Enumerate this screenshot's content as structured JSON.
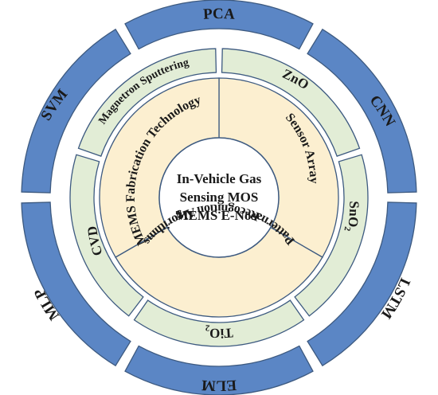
{
  "center": {
    "lines": [
      "In-Vehicle Gas",
      "Sensing MOS",
      "MEMS E-Nose"
    ]
  },
  "inner_ring": {
    "segments": [
      {
        "label": "Sensor Array"
      },
      {
        "label": "Pattern Recognition Algorithms"
      },
      {
        "label": "MEMS Fabrication Technology"
      }
    ]
  },
  "middle_ring": {
    "segments": [
      {
        "label": "ZnO"
      },
      {
        "label": "SnO",
        "subscript": "2"
      },
      {
        "label": "TiO",
        "subscript": "2"
      },
      {
        "label": "CVD"
      },
      {
        "label": "Magnetron Sputtering"
      }
    ]
  },
  "outer_ring": {
    "segments": [
      {
        "label": "PCA"
      },
      {
        "label": "CNN"
      },
      {
        "label": "LSTM"
      },
      {
        "label": "ELM"
      },
      {
        "label": "MLP"
      },
      {
        "label": "SVM"
      }
    ]
  },
  "colors": {
    "outer_fill": "#5b86c5",
    "middle_fill": "#e2edd6",
    "inner_fill": "#fcefd0",
    "center_fill": "#ffffff",
    "stroke": "#3d5a80"
  }
}
